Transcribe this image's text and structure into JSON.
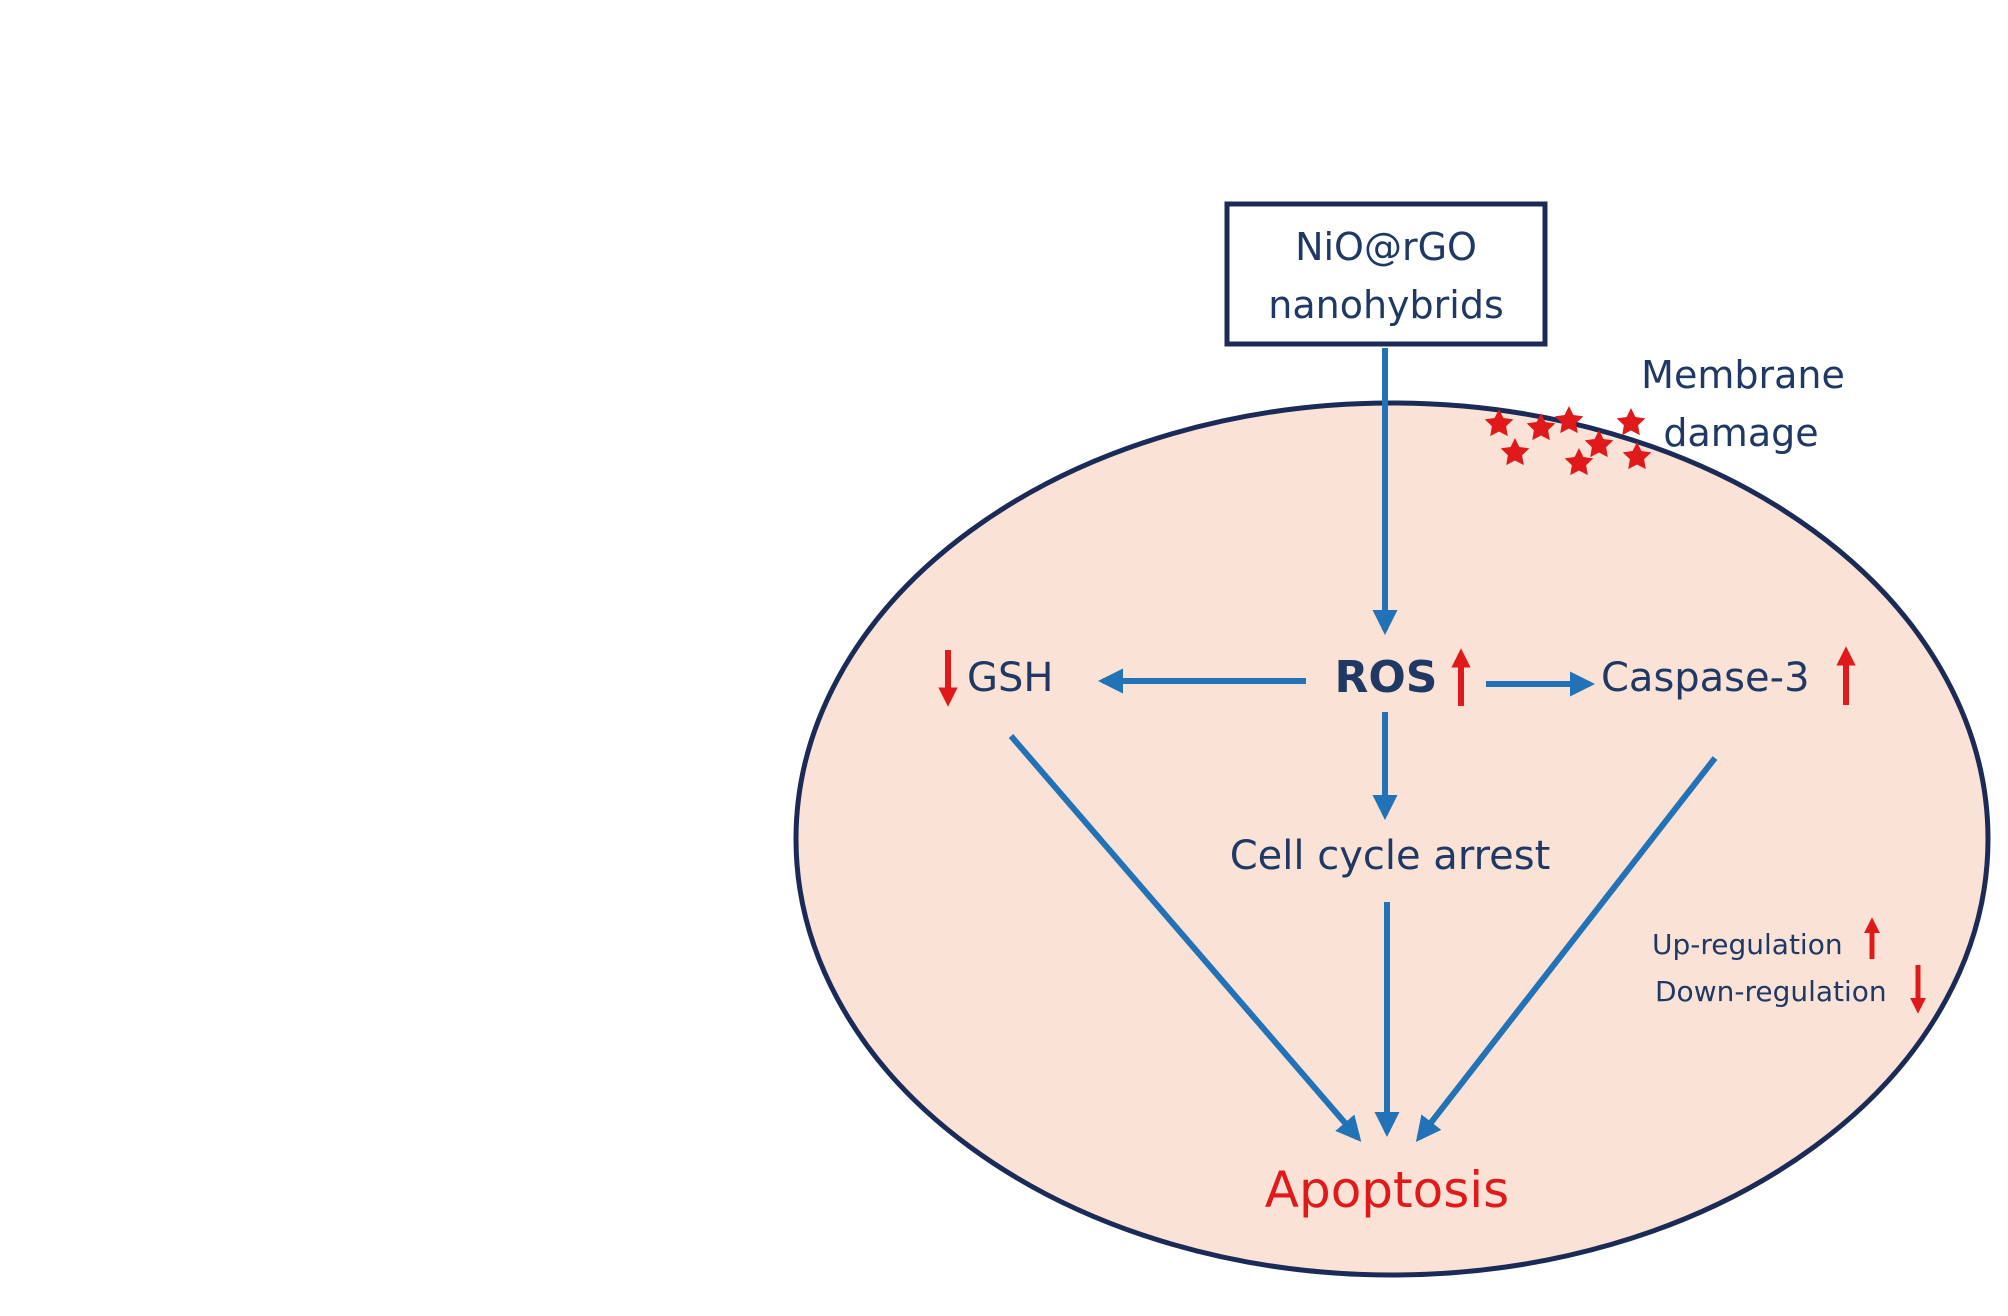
{
  "nodes": {
    "source_line1": "NiO@rGO",
    "source_line2": "nanohybrids",
    "membrane_line1": "Membrane",
    "membrane_line2": "damage",
    "ros": "ROS",
    "gsh": "GSH",
    "caspase": "Caspase-3",
    "cell_cycle": "Cell cycle arrest",
    "apoptosis": "Apoptosis"
  },
  "legend": {
    "up": "Up-regulation",
    "down": "Down-regulation"
  },
  "colors": {
    "cell_fill": "#fae3d6",
    "cell_outline": "#1b2a57",
    "flow_arrow": "#2272b7",
    "regulation_arrow": "#e0191b",
    "damage_star": "#e0191b",
    "label_text": "#1f3864",
    "apoptosis_text": "#e0191b",
    "box_outline": "#1b2a57"
  },
  "icons": {
    "damage_marker": "star-icon",
    "up_marker": "up-arrow-icon",
    "down_marker": "down-arrow-icon"
  }
}
